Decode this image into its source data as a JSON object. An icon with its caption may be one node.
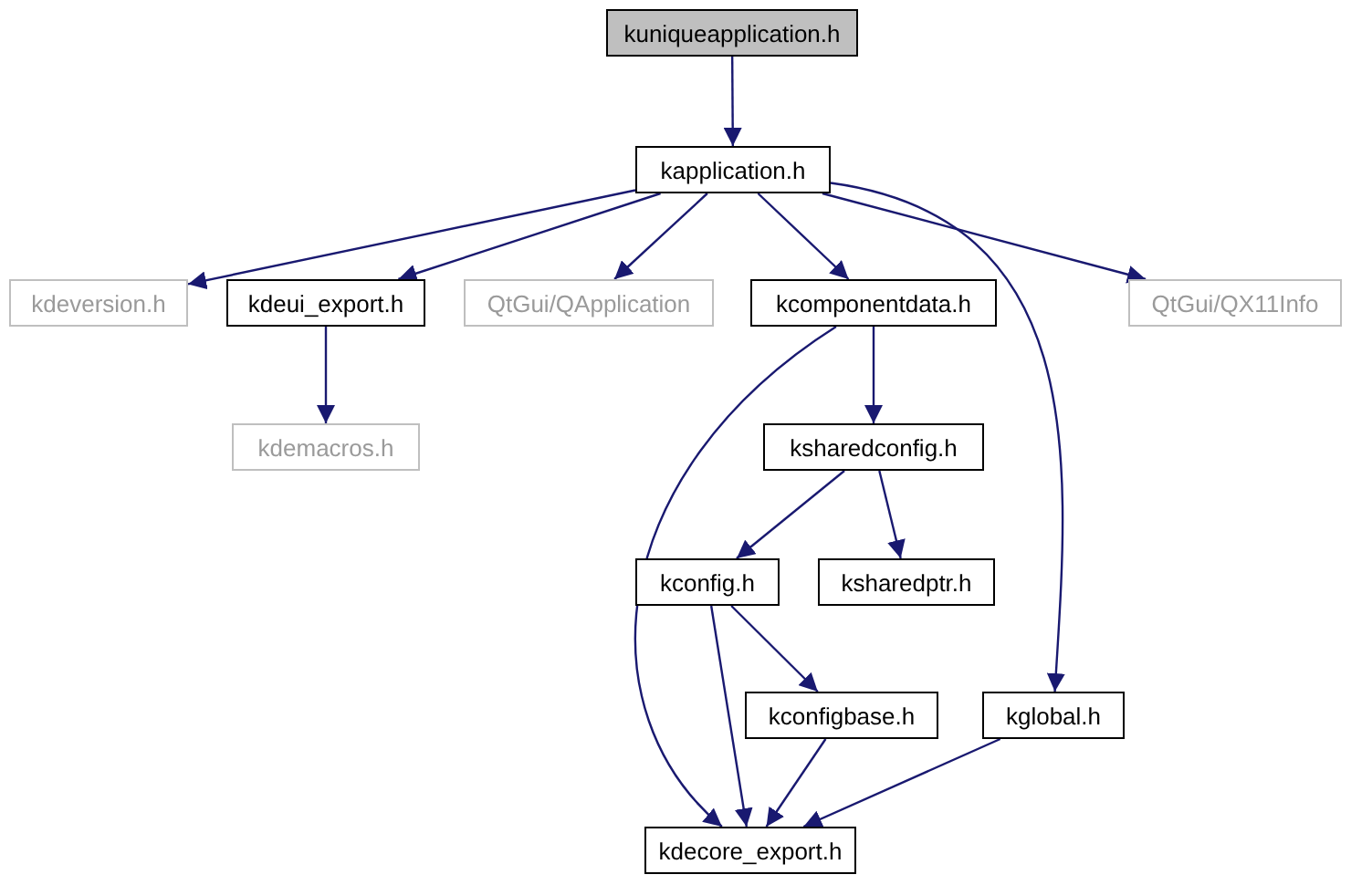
{
  "diagram": {
    "nodes": [
      {
        "text": [
          "kuniqueapplication.h"
        ]
      },
      {
        "text": [
          "kapplication.h"
        ]
      },
      {
        "text": [
          "kdeversion.h"
        ]
      },
      {
        "text": [
          "kdeui_export.h"
        ]
      },
      {
        "text": [
          "QtGui/QApplication"
        ]
      },
      {
        "text": [
          "kcomponentdata.h"
        ]
      },
      {
        "text": [
          "QtGui/QX11Info"
        ]
      },
      {
        "text": [
          "kdemacros.h"
        ]
      },
      {
        "text": [
          "ksharedconfig.h"
        ]
      },
      {
        "text": [
          "kconfig.h"
        ]
      },
      {
        "text": [
          "ksharedptr.h"
        ]
      },
      {
        "text": [
          "kconfigbase.h"
        ]
      },
      {
        "text": [
          "kglobal.h"
        ]
      },
      {
        "text": [
          "kdecore_export.h"
        ]
      }
    ],
    "edges": [
      {
        "from": 0,
        "to": 1,
        "arrow": "to"
      },
      {
        "from": 1,
        "to": 2,
        "arrow": "to"
      },
      {
        "from": 1,
        "to": 3,
        "arrow": "to"
      },
      {
        "from": 1,
        "to": 4,
        "arrow": "to"
      },
      {
        "from": 1,
        "to": 5,
        "arrow": "to"
      },
      {
        "from": 1,
        "to": 12,
        "arrow": "to"
      },
      {
        "from": 1,
        "to": 6,
        "arrow": "to"
      },
      {
        "from": 3,
        "to": 7,
        "arrow": "to"
      },
      {
        "from": 5,
        "to": 8,
        "arrow": "to"
      },
      {
        "from": 5,
        "to": 13,
        "arrow": "to"
      },
      {
        "from": 8,
        "to": 9,
        "arrow": "to"
      },
      {
        "from": 8,
        "to": 10,
        "arrow": "to"
      },
      {
        "from": 9,
        "to": 11,
        "arrow": "to"
      },
      {
        "from": 9,
        "to": 13,
        "arrow": "to"
      },
      {
        "from": 11,
        "to": 13,
        "arrow": "to"
      },
      {
        "from": 12,
        "to": 13,
        "arrow": "to"
      }
    ]
  }
}
